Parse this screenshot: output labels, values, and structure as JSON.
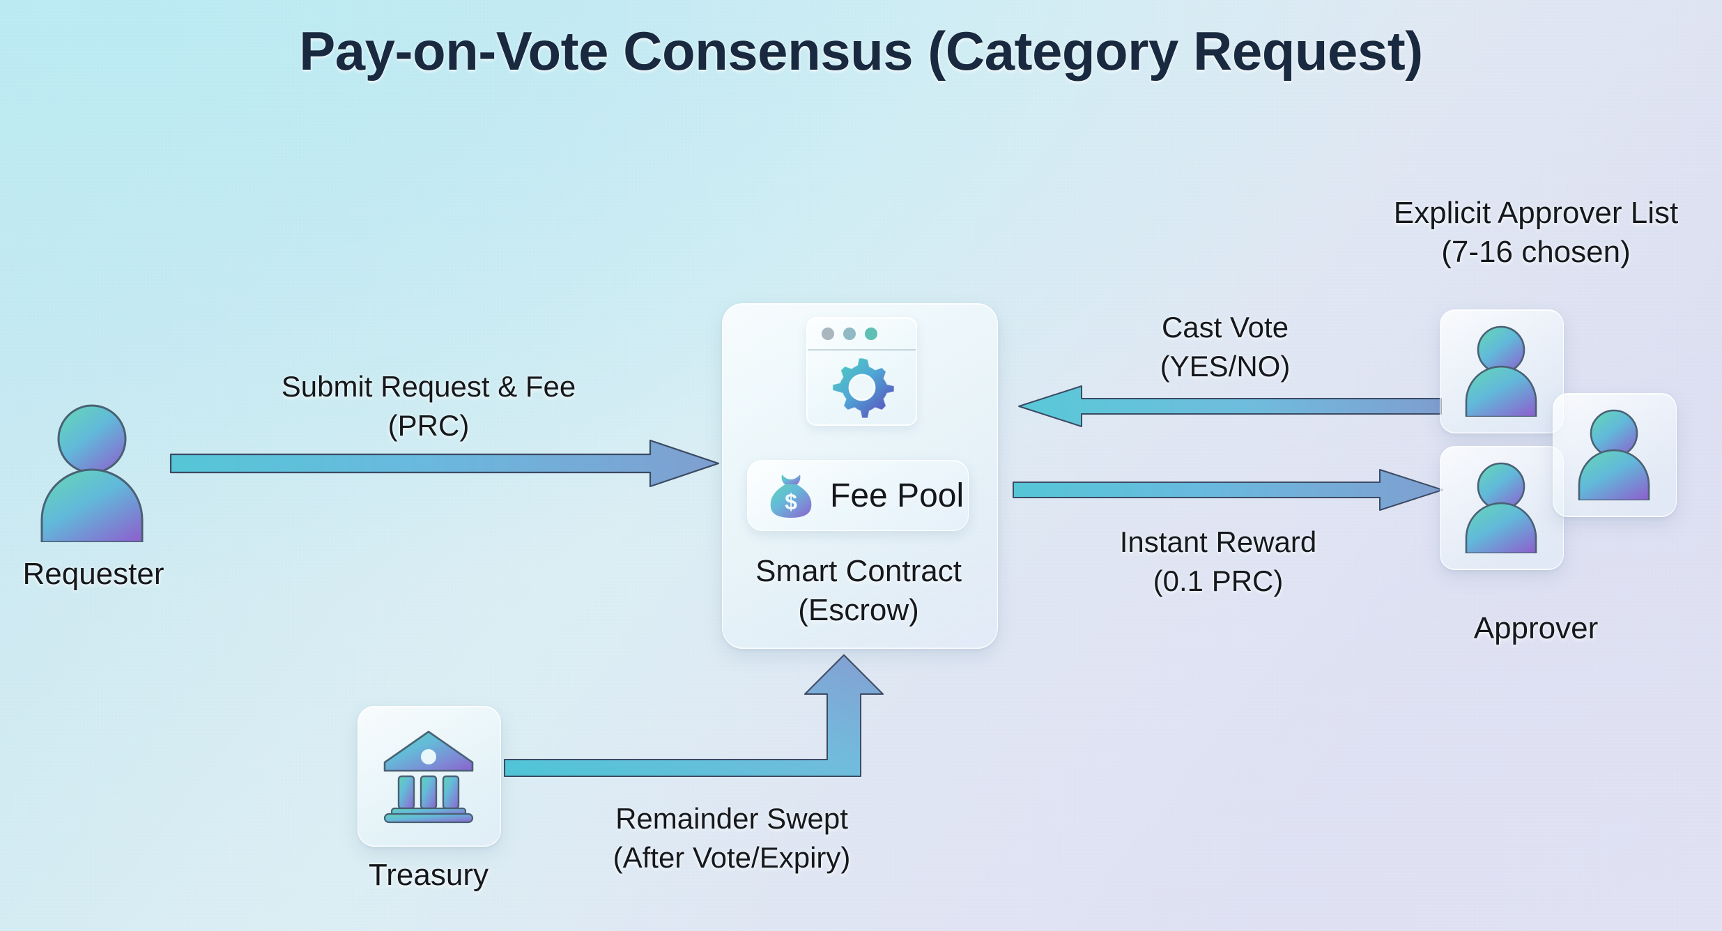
{
  "title": "Pay-on-Vote Consensus (Category Request)",
  "colors": {
    "bg_top_left": "#c2e7f1",
    "bg_bottom_right": "#dcdef0",
    "title_text": "#19293f",
    "label_text": "#15181c",
    "arrow_teal": "#5bc5d4",
    "arrow_blue": "#7d9fd0",
    "arrow_outline": "#3c4a63",
    "icon_gradient_start": "#5ecfb4",
    "icon_gradient_mid": "#61b7d8",
    "icon_gradient_end": "#7b5fc9"
  },
  "nodes": {
    "requester": {
      "label": "Requester",
      "icon": "person-icon"
    },
    "smart_contract": {
      "label_line1": "Smart Contract",
      "label_line2": "(Escrow)",
      "window_icon": "browser-window-gear-icon",
      "fee_pool": {
        "label": "Fee Pool",
        "icon": "money-bag-icon"
      }
    },
    "treasury": {
      "label": "Treasury",
      "icon": "bank-icon"
    },
    "approver": {
      "label": "Approver",
      "group_label_line1": "Explicit Approver List",
      "group_label_line2": "(7-16 chosen)",
      "card_count": 3,
      "icon": "person-icon"
    }
  },
  "edges": {
    "submit": {
      "line1": "Submit Request & Fee",
      "line2": "(PRC)",
      "from": "requester",
      "to": "smart_contract",
      "direction": "right"
    },
    "cast_vote": {
      "line1": "Cast Vote",
      "line2": "(YES/NO)",
      "from": "approver",
      "to": "smart_contract",
      "direction": "left"
    },
    "instant_reward": {
      "line1": "Instant Reward",
      "line2": "(0.1 PRC)",
      "from": "smart_contract",
      "to": "approver",
      "direction": "right"
    },
    "remainder_swept": {
      "line1": "Remainder Swept",
      "line2": "(After Vote/Expiry)",
      "from": "treasury",
      "to": "smart_contract",
      "direction": "up"
    }
  }
}
